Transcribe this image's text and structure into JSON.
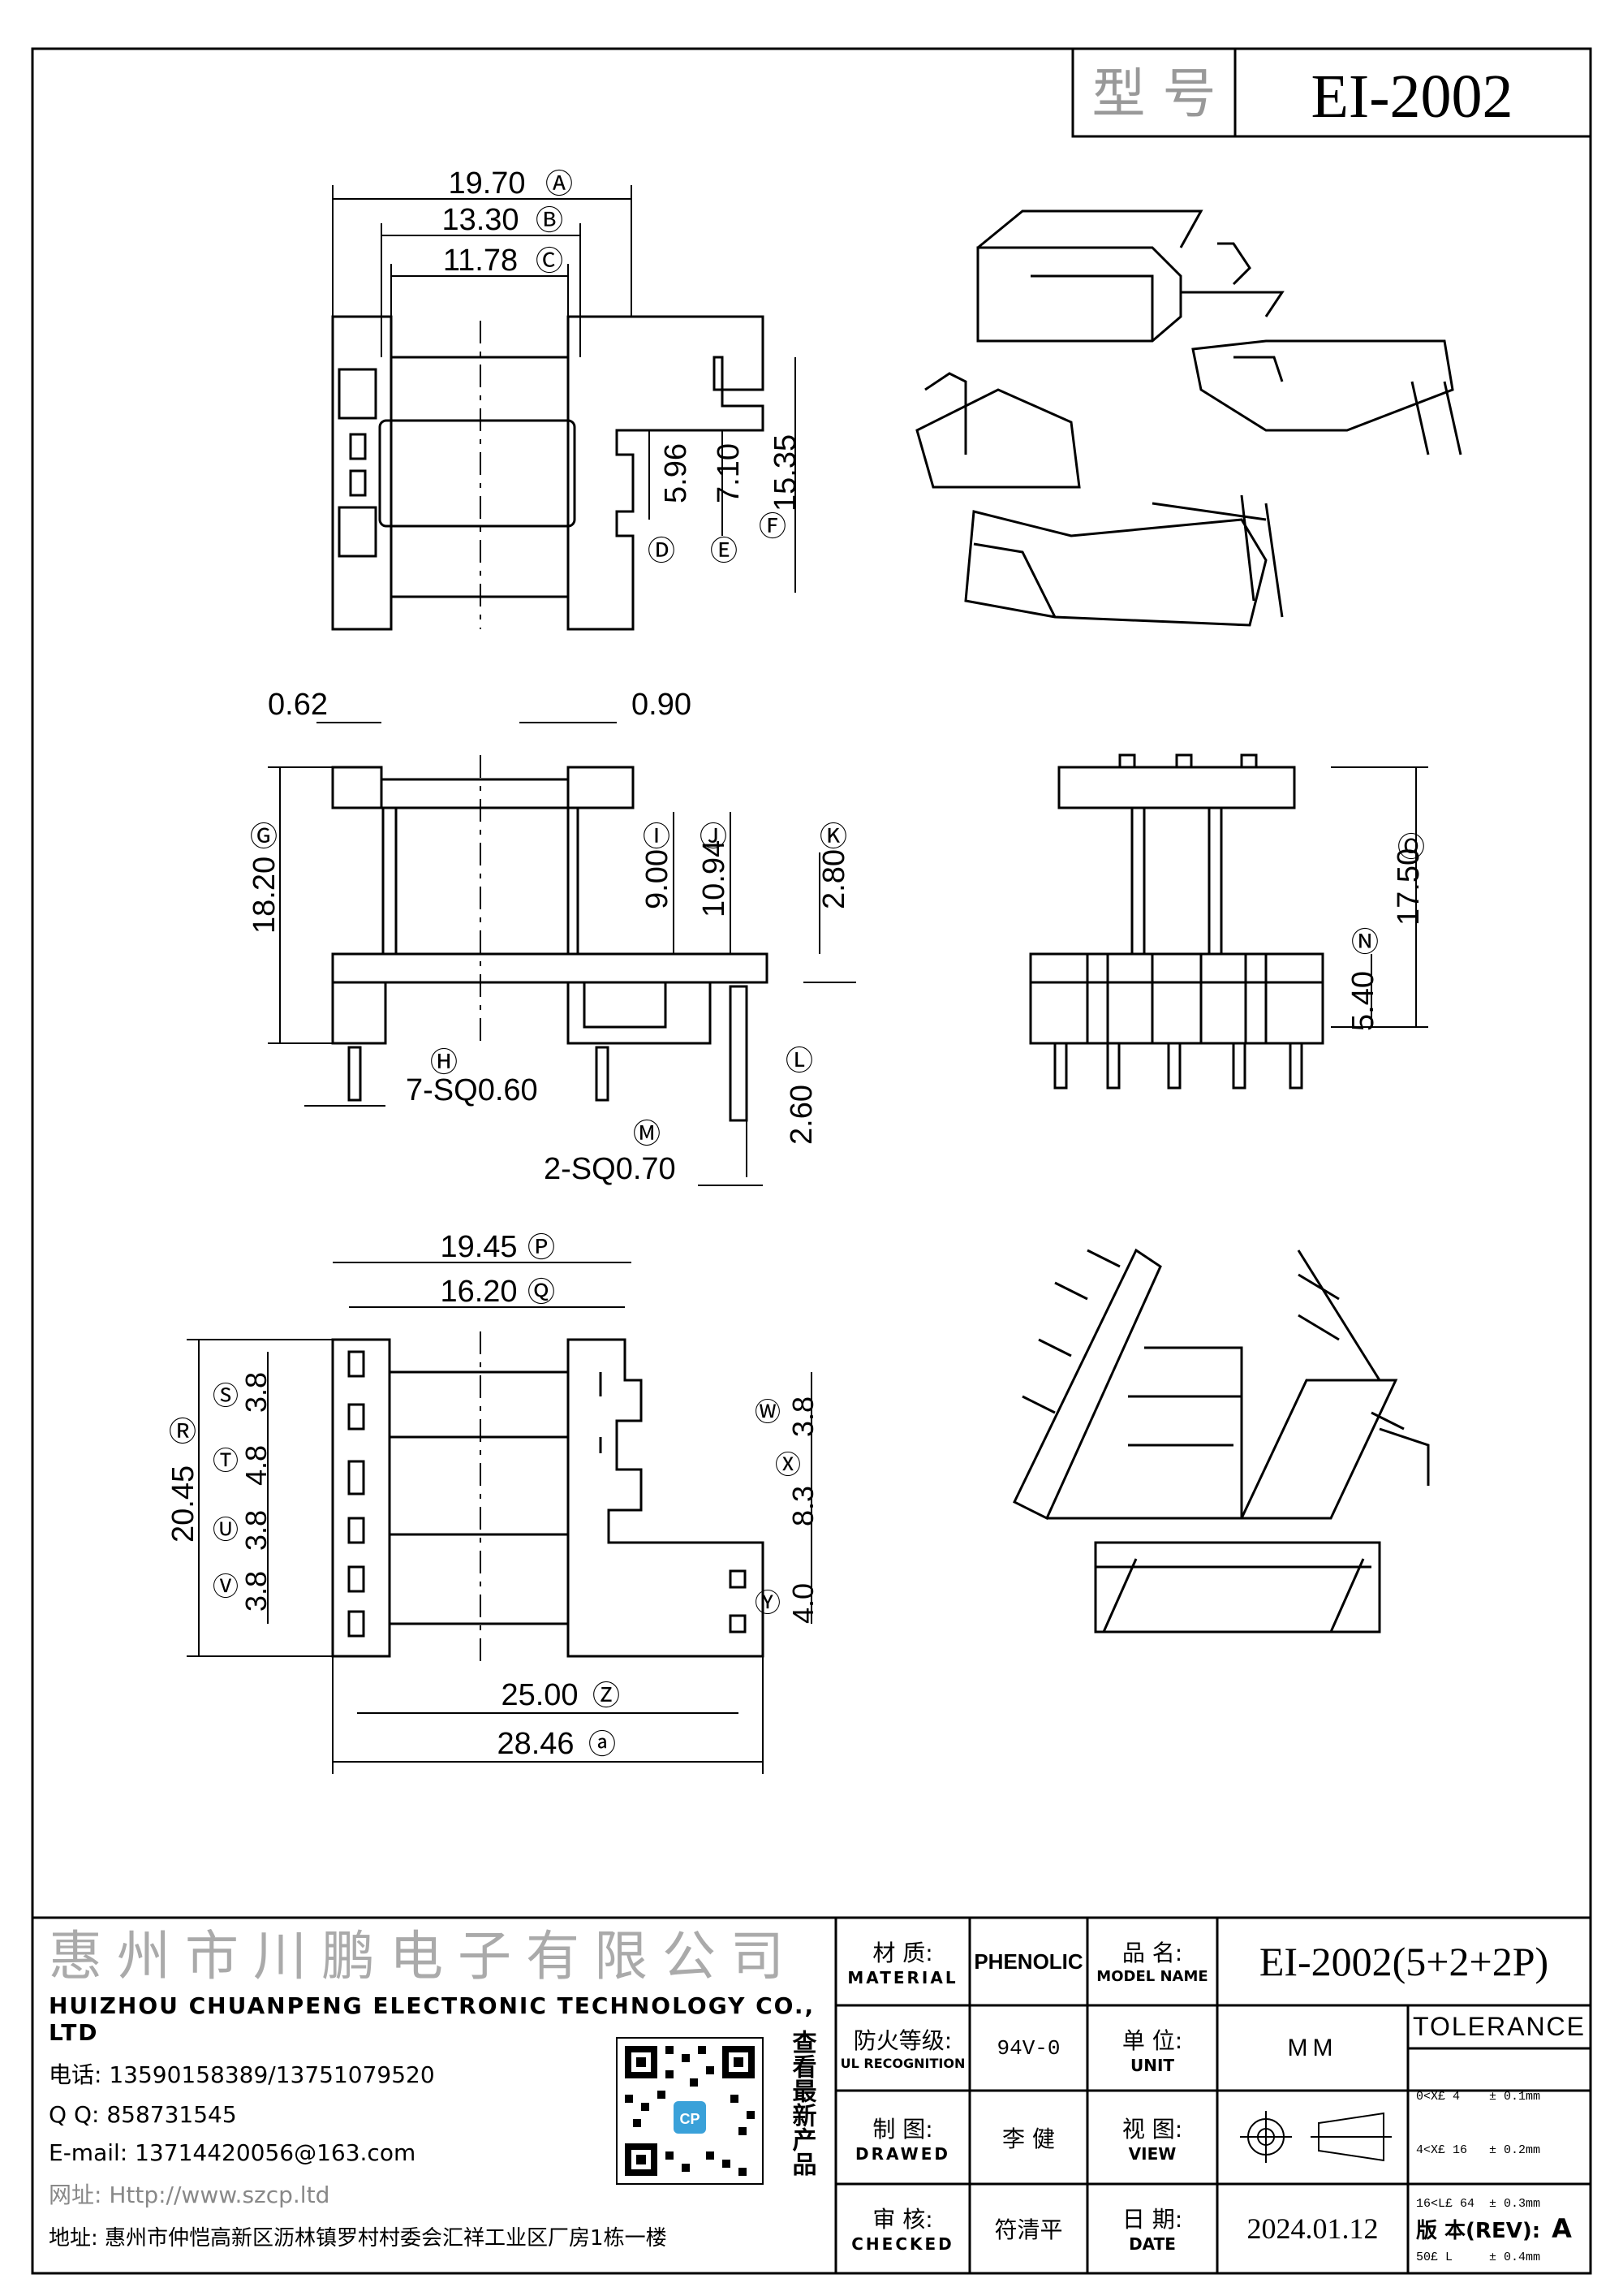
{
  "header": {
    "type_label": "型 号",
    "type_value": "EI-2002"
  },
  "top_view": {
    "dim_a": "19.70",
    "dim_a_tag": "Ⓐ",
    "dim_b": "13.30",
    "dim_b_tag": "Ⓑ",
    "dim_c": "11.78",
    "dim_c_tag": "Ⓒ",
    "dim_d": "5.96",
    "dim_d_tag": "Ⓓ",
    "dim_e": "7.10",
    "dim_e_tag": "Ⓔ",
    "dim_f": "15.35",
    "dim_f_tag": "Ⓕ"
  },
  "front_view": {
    "offset_left": "0.62",
    "offset_right": "0.90",
    "dim_g": "18.20",
    "dim_g_tag": "Ⓖ",
    "dim_h": "7-SQ0.60",
    "dim_h_tag": "Ⓗ",
    "dim_i": "9.00",
    "dim_i_tag": "Ⓘ",
    "dim_j": "10.94",
    "dim_j_tag": "Ⓙ",
    "dim_k": "2.80",
    "dim_k_tag": "Ⓚ",
    "dim_l": "2.60",
    "dim_l_tag": "Ⓛ",
    "dim_m": "2-SQ0.70",
    "dim_m_tag": "Ⓜ"
  },
  "side_view": {
    "dim_n": "5.40",
    "dim_n_tag": "Ⓝ",
    "dim_o": "17.50",
    "dim_o_tag": "Ⓞ"
  },
  "bottom_view": {
    "dim_p": "19.45",
    "dim_p_tag": "Ⓟ",
    "dim_q": "16.20",
    "dim_q_tag": "Ⓠ",
    "dim_r": "20.45",
    "dim_r_tag": "Ⓡ",
    "dim_s": "3.8",
    "dim_s_tag": "Ⓢ",
    "dim_t": "4.8",
    "dim_t_tag": "Ⓣ",
    "dim_u": "3.8",
    "dim_u_tag": "Ⓤ",
    "dim_v": "3.8",
    "dim_v_tag": "Ⓥ",
    "dim_w": "3.8",
    "dim_w_tag": "Ⓦ",
    "dim_x": "8.3",
    "dim_x_tag": "Ⓧ",
    "dim_y": "4.0",
    "dim_y_tag": "Ⓨ",
    "dim_z": "25.00",
    "dim_z_tag": "Ⓩ",
    "dim_aa": "28.46",
    "dim_aa_tag": "ⓐ"
  },
  "company": {
    "name_cn": "惠州市川鹏电子有限公司",
    "name_en": "HUIZHOU CHUANPENG ELECTRONIC TECHNOLOGY CO., LTD",
    "phone": "电话: 13590158389/13751079520",
    "qq": "Q Q:  858731545",
    "email": "E-mail: 13714420056@163.com",
    "website": "网址: Http://www.szcp.ltd",
    "address": "地址: 惠州市仲恺高新区沥林镇罗村村委会汇祥工业区厂房1栋一楼",
    "qr_caption": "查看最新产品",
    "qr_logo": "CP"
  },
  "title_block": {
    "material_cn": "材 质:",
    "material_en": "MATERIAL",
    "material_value": "PHENOLIC",
    "model_cn": "品 名:",
    "model_en": "MODEL NAME",
    "model_value": "EI-2002(5+2+2P)",
    "fire_cn": "防火等级:",
    "fire_en": "UL RECOGNITION",
    "fire_value": "94V-0",
    "unit_cn": "单 位:",
    "unit_en": "UNIT",
    "unit_value": "MM",
    "tolerance_label": "TOLERANCE",
    "tolerance_rows": [
      "0<X£ 4    ± 0.1mm",
      "4<X£ 16   ± 0.2mm",
      "16<L£ 64  ± 0.3mm",
      "50£ L     ± 0.4mm"
    ],
    "drawn_cn": "制 图:",
    "drawn_en": "DRAWED",
    "drawn_value": "李 健",
    "view_cn": "视 图:",
    "view_en": "VIEW",
    "checked_cn": "审 核:",
    "checked_en": "CHECKED",
    "checked_value": "符清平",
    "date_cn": "日 期:",
    "date_en": "DATE",
    "date_value": "2024.01.12",
    "rev_label": "版 本(REV):",
    "rev_value": "A"
  }
}
